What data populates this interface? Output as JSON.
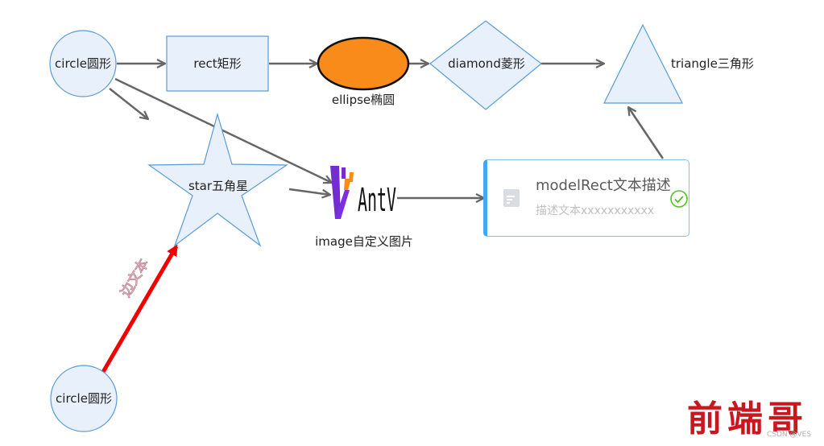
{
  "nodes": {
    "circle_top": "circle圆形",
    "rect": "rect矩形",
    "ellipse": "ellipse椭圆",
    "diamond": "diamond菱形",
    "triangle": "triangle三角形",
    "star": "star五角星",
    "image": "image自定义图片",
    "image_logo_text": "AntV",
    "circle_bottom": "circle圆形",
    "model_rect_title": "modelRect文本描述",
    "model_rect_desc": "描述文本xxxxxxxxxxx"
  },
  "edge_label": "边文本",
  "colors": {
    "node_fill": "#e8f0fb",
    "node_stroke": "#5b9bd5",
    "ellipse_fill": "#f98b1a",
    "edge": "#666666",
    "highlight_edge": "#f20000",
    "model_rect_accent": "#45a6f5",
    "status_ok": "#52c41a"
  },
  "watermark": {
    "text": "前端哥",
    "source": "CSDN @VES"
  }
}
